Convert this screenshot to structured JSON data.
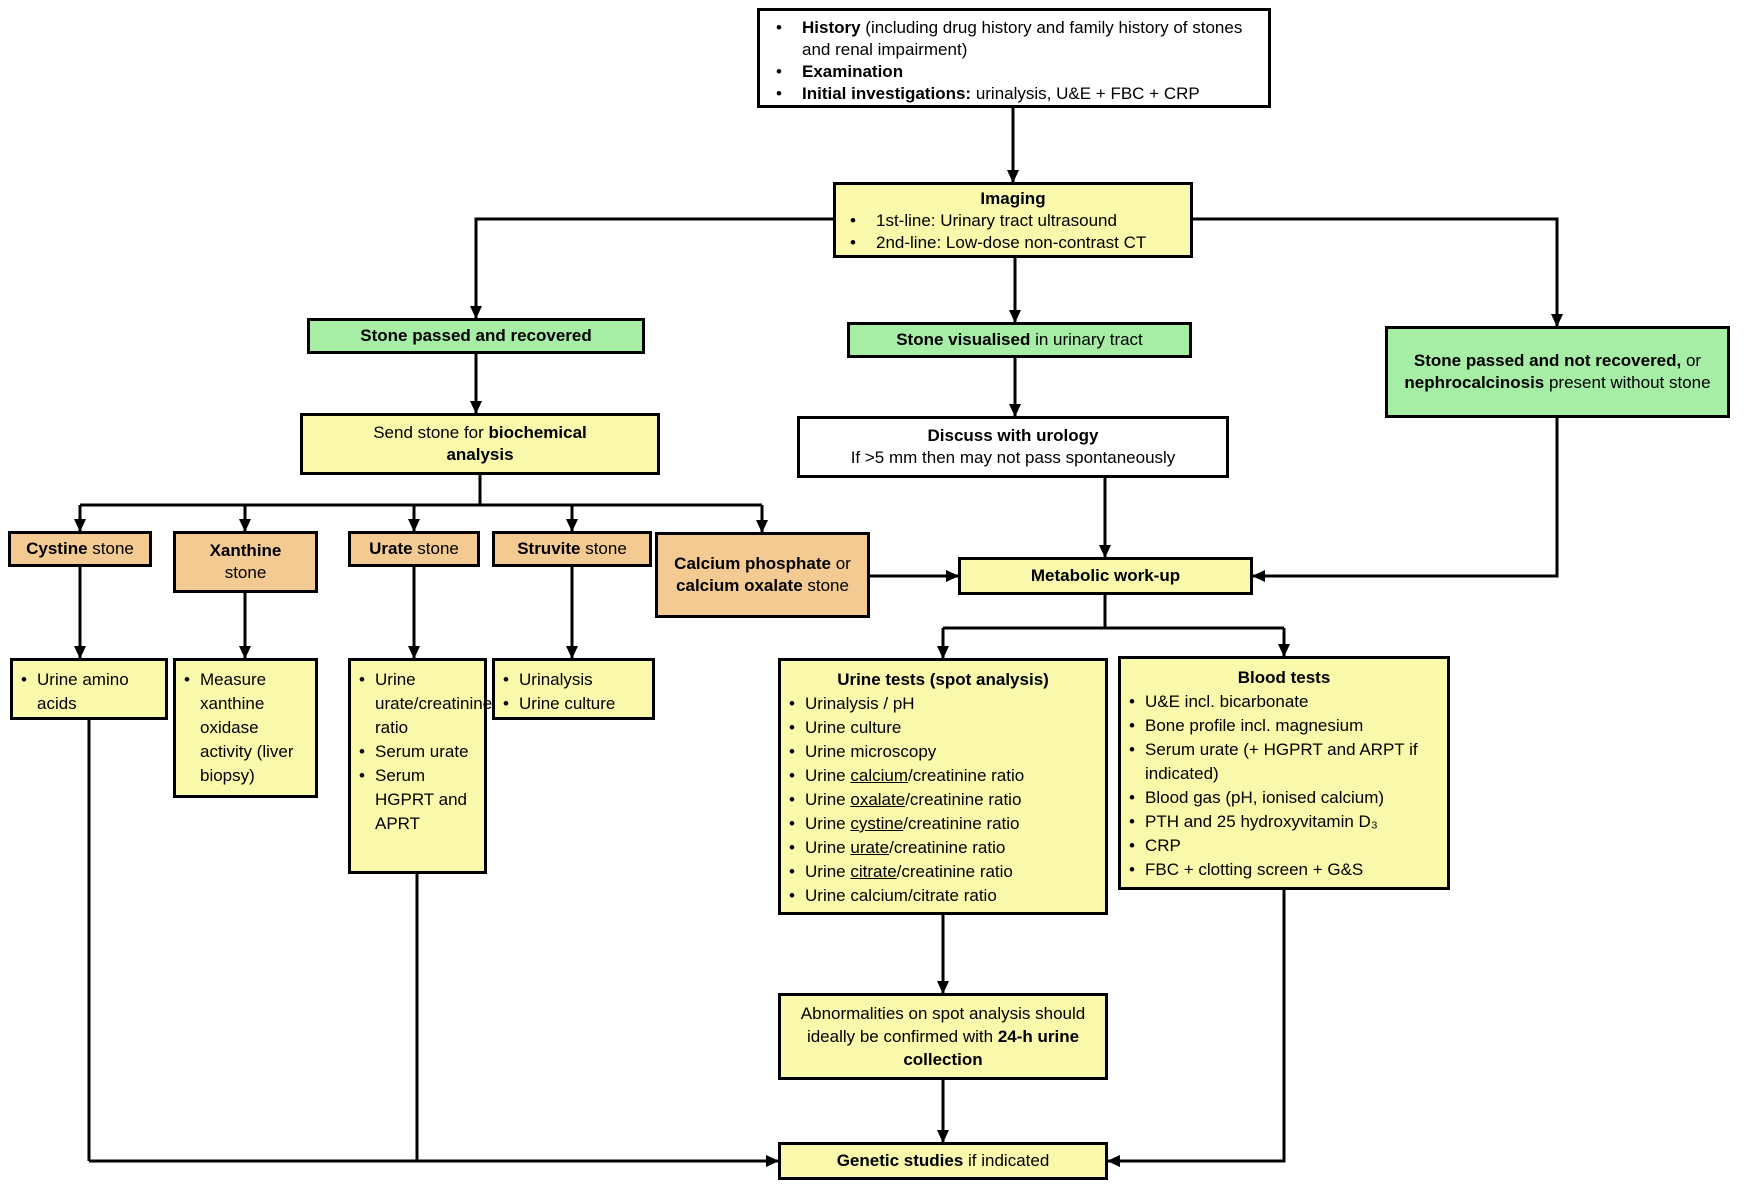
{
  "colors": {
    "yellow": "#F9F8AB",
    "green": "#A6EDA6",
    "orange": "#F3CB92",
    "line": "#000000"
  },
  "history_box": {
    "items": [
      {
        "b": "History",
        "r": " (including drug history and family history of stones and renal impairment)"
      },
      {
        "b": "Examination",
        "r": ""
      },
      {
        "b": "Initial investigations:",
        "r": " urinalysis, U&E + FBC + CRP"
      }
    ]
  },
  "imaging": {
    "title": "Imaging",
    "items": [
      "1st-line: Urinary tract ultrasound",
      "2nd-line: Low-dose non-contrast CT"
    ]
  },
  "outcomes": {
    "recovered": {
      "b": "Stone passed and recovered"
    },
    "visualised": {
      "b": "Stone visualised",
      "r": " in urinary tract"
    },
    "not_recovered": {
      "b1": "Stone passed and not recovered,",
      "r1": " or ",
      "b2": "nephrocalcinosis",
      "r2": " present without stone"
    }
  },
  "send_stone": {
    "r": "Send stone for ",
    "b": "biochemical analysis"
  },
  "urology": {
    "title": "Discuss with urology",
    "sub": "If >5 mm then may not pass spontaneously"
  },
  "stones": {
    "cystine": {
      "b": "Cystine",
      "r": " stone"
    },
    "xanthine": {
      "b": "Xanthine",
      "r": " stone"
    },
    "urate": {
      "b": "Urate",
      "r": " stone"
    },
    "struvite": {
      "b": "Struvite",
      "r": " stone"
    },
    "calcium": {
      "b1": "Calcium phosphate",
      "r1": " or ",
      "b2": "calcium oxalate",
      "r2": " stone"
    }
  },
  "metabolic": {
    "title": "Metabolic work-up"
  },
  "details": {
    "cystine": [
      "Urine amino acids"
    ],
    "xanthine": [
      "Measure xanthine oxidase activity (liver biopsy)"
    ],
    "urate": [
      "Urine urate/creatinine ratio",
      "Serum urate",
      "Serum HGPRT and APRT"
    ],
    "struvite": [
      "Urinalysis",
      "Urine culture"
    ]
  },
  "urine_tests": {
    "title": "Urine tests (spot analysis)",
    "items": [
      {
        "pre": "Urinalysis / pH"
      },
      {
        "pre": "Urine culture"
      },
      {
        "pre": "Urine microscopy"
      },
      {
        "pre": "Urine ",
        "u": "calcium",
        "post": "/creatinine ratio"
      },
      {
        "pre": "Urine ",
        "u": "oxalate",
        "post": "/creatinine ratio"
      },
      {
        "pre": "Urine ",
        "u": "cystine",
        "post": "/creatinine ratio"
      },
      {
        "pre": "Urine ",
        "u": "urate",
        "post": "/creatinine ratio"
      },
      {
        "pre": "Urine ",
        "u": "citrate",
        "post": "/creatinine ratio"
      },
      {
        "pre": "Urine calcium/citrate ratio"
      }
    ]
  },
  "blood_tests": {
    "title": "Blood tests",
    "items": [
      "U&E incl. bicarbonate",
      "Bone profile incl. magnesium",
      "Serum urate (+ HGPRT and ARPT if indicated)",
      "Blood gas (pH, ionised calcium)",
      "PTH and 25 hydroxyvitamin D₃",
      "CRP",
      "FBC + clotting screen + G&S"
    ]
  },
  "confirm": {
    "r": "Abnormalities on spot analysis should ideally be confirmed with ",
    "b": "24-h urine collection"
  },
  "genetic": {
    "b": "Genetic studies",
    "r": " if indicated"
  }
}
